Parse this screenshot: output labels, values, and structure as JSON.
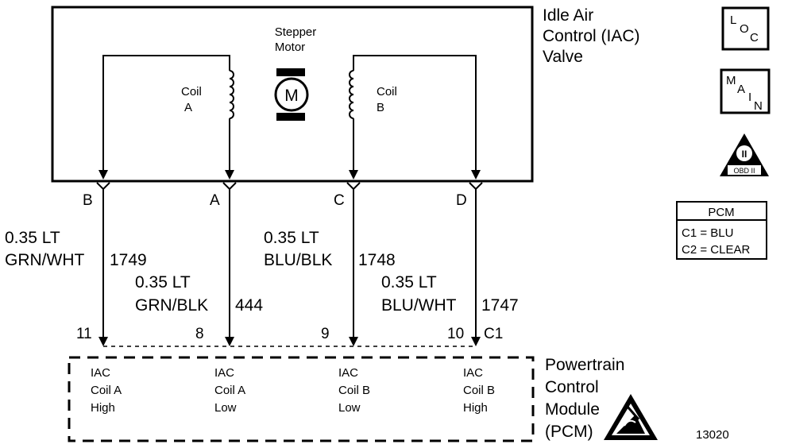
{
  "iac_valve": {
    "title_lines": [
      "Idle Air",
      "Control (IAC)",
      "Valve"
    ],
    "motor_label_lines": [
      "Stepper",
      "Motor"
    ],
    "motor_symbol": "M",
    "coil_a_lines": [
      "Coil",
      "A"
    ],
    "coil_b_lines": [
      "Coil",
      "B"
    ]
  },
  "connector_pins": [
    "B",
    "A",
    "C",
    "D"
  ],
  "wires": [
    {
      "gauge": "0.35 LT",
      "color": "GRN/WHT",
      "circuit": "1749"
    },
    {
      "gauge": "0.35 LT",
      "color": "GRN/BLK",
      "circuit": "444"
    },
    {
      "gauge": "0.35 LT",
      "color": "BLU/BLK",
      "circuit": "1748"
    },
    {
      "gauge": "0.35 LT",
      "color": "BLU/WHT",
      "circuit": "1747"
    }
  ],
  "pcm_pins": [
    "11",
    "8",
    "9",
    "10"
  ],
  "pcm_connector": "C1",
  "pcm_terminals": [
    [
      "IAC",
      "Coil A",
      "High"
    ],
    [
      "IAC",
      "Coil A",
      "Low"
    ],
    [
      "IAC",
      "Coil B",
      "Low"
    ],
    [
      "IAC",
      "Coil B",
      "High"
    ]
  ],
  "pcm": {
    "title_lines": [
      "Powertrain",
      "Control",
      "Module",
      "(PCM)"
    ]
  },
  "legend": {
    "loc_icon": {
      "letters": [
        "L",
        "O",
        "C"
      ]
    },
    "main_icon": {
      "letters": [
        "M",
        "A",
        "I",
        "N"
      ]
    },
    "obd_icon": {
      "numeral": "II",
      "text": "OBD II"
    },
    "pcm_table": {
      "header": "PCM",
      "rows": [
        "C1 = BLU",
        "C2 = CLEAR"
      ]
    }
  },
  "figure_number": "13020"
}
